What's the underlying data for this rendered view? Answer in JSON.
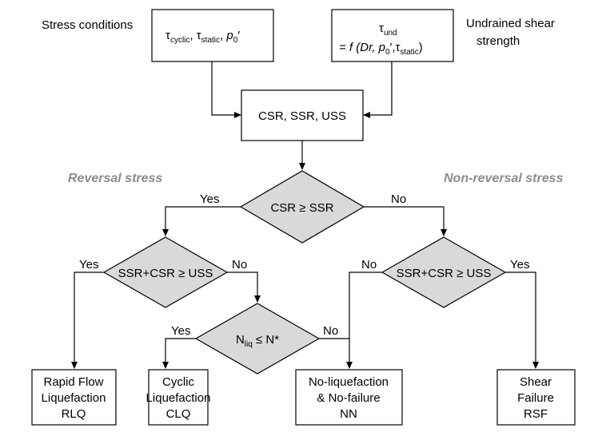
{
  "top": {
    "stress_conditions_label": "Stress conditions",
    "undrained_label_line1": "Undrained shear",
    "undrained_label_line2": "strength",
    "box1": {
      "tau": "τ",
      "cyclic": "cyclic",
      "comma1": ", ",
      "static": "static",
      "comma2": ", ",
      "p0": "p",
      "p0_sub": "0",
      "prime": "′"
    },
    "box2": {
      "tau": "τ",
      "und": "und",
      "eq": "= f (Dr, ",
      "p0": "p",
      "p0_sub": "0",
      "prime": "′,",
      "tau2": "τ",
      "static": "static",
      "close": ")"
    }
  },
  "center_box": "CSR, SSR, USS",
  "reversal_label": "Reversal stress",
  "nonreversal_label": "Non-reversal stress",
  "diamond_main": "CSR ≥ SSR",
  "diamond_left": "SSR+CSR ≥ USS",
  "diamond_right": "SSR+CSR ≥ USS",
  "diamond_nliq": {
    "n": "N",
    "sub": "liq",
    "rest": " ≤ N*"
  },
  "yes": "Yes",
  "no": "No",
  "outcomes": {
    "rlq": [
      "Rapid Flow",
      "Liquefaction",
      "RLQ"
    ],
    "clq": [
      "Cyclic",
      "Liquefaction",
      "CLQ"
    ],
    "nn": [
      "No-liquefaction",
      "& No-failure",
      "NN"
    ],
    "rsf": [
      "Shear",
      "Failure",
      "RSF"
    ]
  }
}
